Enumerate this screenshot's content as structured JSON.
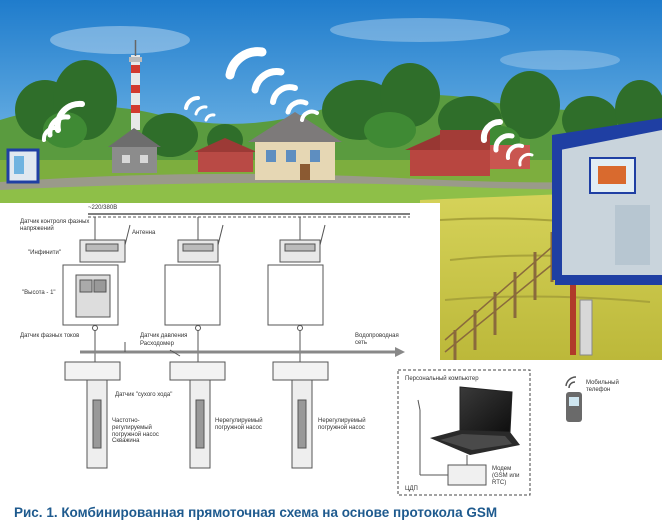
{
  "caption": "Рис. 1. Комбинированная прямоточная схема на основе протокола GSM",
  "labels": {
    "voltage": "~220/380В",
    "phase_sensor_top": "Датчик контроля фазных напряжений",
    "antenna": "Антенна",
    "infinity": "\"Инфинити\"",
    "vysota": "\"Высота - 1\"",
    "phase_current_sensor": "Датчик фазных токов",
    "pressure_sensor": "Датчик давления",
    "flowmeter": "Расходомер",
    "water_network": "Водопроводная сеть",
    "dry_run_sensor": "Датчик \"сухого хода\"",
    "freq_pump": "Частотно-регулируемый погружной насос",
    "well": "Скважина",
    "unreg_pump_1": "Нерегулируемый погружной насос",
    "unreg_pump_2": "Нерегулируемый погружной насос",
    "pc": "Персональный компьютер",
    "modem": "Модем (GSM или RTC)",
    "cdp": "ЦДП",
    "mobile_phone": "Мобильный телефон"
  },
  "colors": {
    "sky": "#2f8fd6",
    "grass": "#c9c64a",
    "forest": "#2f6e2a",
    "caption": "#1e5a8e",
    "booth": "#1f3fa3",
    "roof": "#c0393b"
  }
}
